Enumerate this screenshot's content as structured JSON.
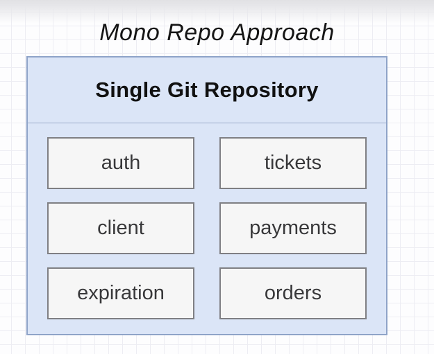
{
  "title": "Mono Repo Approach",
  "repository": {
    "header": "Single Git Repository",
    "modules": [
      "auth",
      "tickets",
      "client",
      "payments",
      "expiration",
      "orders"
    ]
  },
  "colors": {
    "title_text": "#151515",
    "header_text": "#111111",
    "container_fill": "#dbe5f7",
    "container_border": "#8ea3c8",
    "divider": "#9aabca",
    "module_fill": "#f6f6f6",
    "module_border": "#7f7f83",
    "module_text": "#38383a",
    "grid_line": "#ededf3"
  }
}
